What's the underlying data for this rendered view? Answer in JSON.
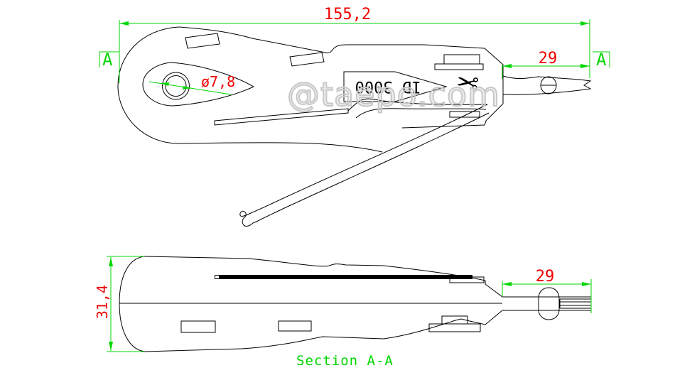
{
  "drawing": {
    "watermark": "@taepo.com",
    "section_label": "Section A-A",
    "tool_model_label": "ID 3000",
    "scissors_glyph": "✂"
  },
  "top_view": {
    "dim_overall_length": "155,2",
    "dim_blade_length": "29",
    "dim_hole_diameter": "ø7,8",
    "section_marker_left": "A",
    "section_marker_right": "A"
  },
  "section_view": {
    "dim_overall_height": "31,4",
    "dim_blade_length": "29"
  },
  "colors": {
    "background": "#ffffff",
    "outline": "#000000",
    "dimension_line_green": "#00d600",
    "dimension_text_red": "#ef0000",
    "watermark_gray": "#c8c8c8"
  }
}
